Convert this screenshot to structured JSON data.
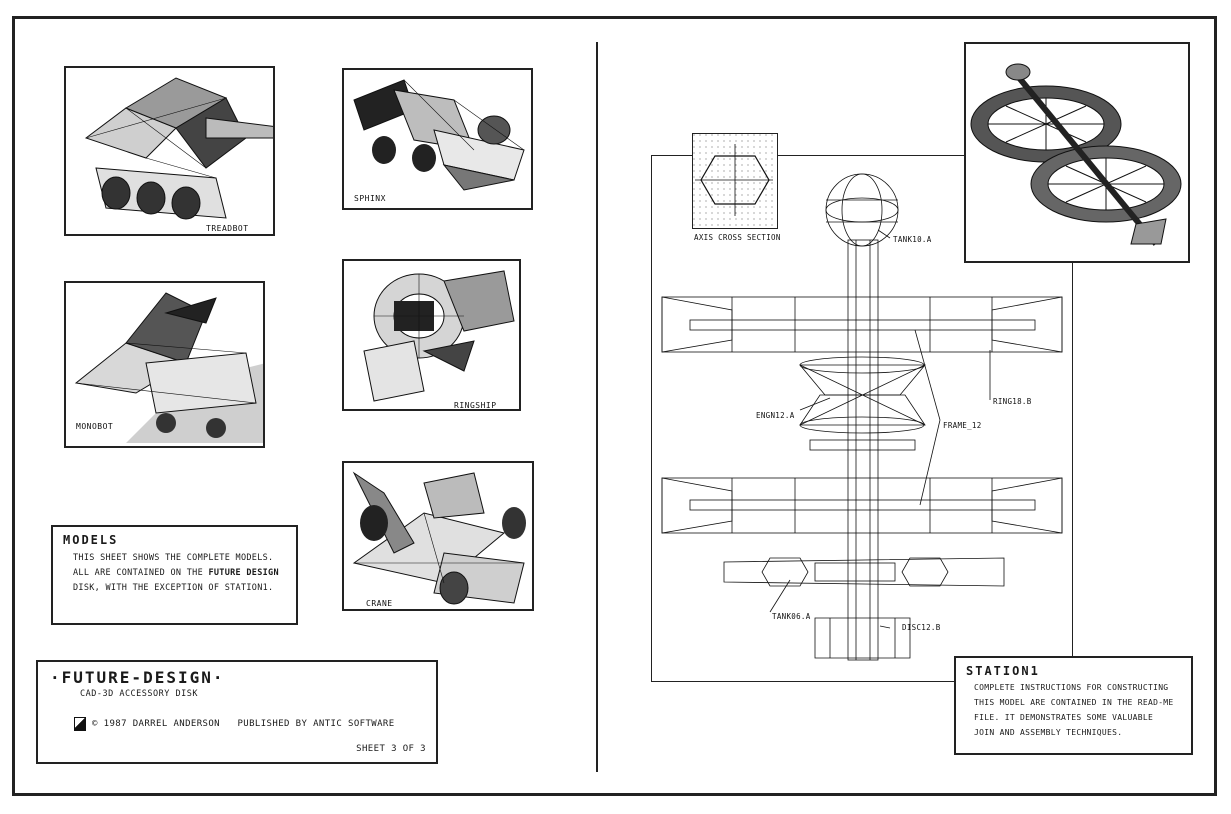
{
  "left_page": {
    "models": [
      {
        "caption": "TREADBOT"
      },
      {
        "caption": "SPHINX"
      },
      {
        "caption": "MONOBOT"
      },
      {
        "caption": "RINGSHIP"
      },
      {
        "caption": "CRANE"
      }
    ],
    "models_box": {
      "title": "MODELS",
      "line1": "THIS SHEET SHOWS THE COMPLETE MODELS.",
      "line2_pre": "ALL ARE CONTAINED ON THE ",
      "line2_bold": "FUTURE DESIGN",
      "line3": "DISK, WITH THE EXCEPTION OF STATION1."
    },
    "title_block": {
      "logo": "·FUTURE-DESIGN·",
      "subtitle": "CAD-3D ACCESSORY DISK",
      "copyright": "© 1987 DARREL ANDERSON   PUBLISHED BY ANTIC SOFTWARE",
      "sheet": "SHEET 3 OF 3"
    }
  },
  "right_page": {
    "axis_label": "AXIS CROSS SECTION",
    "part_labels": {
      "tank10": "TANK10.A",
      "ring18": "RING18.B",
      "engn12": "ENGN12.A",
      "frame12": "FRAME_12",
      "tank06": "TANK06.A",
      "disc12": "DISC12.B"
    },
    "station_box": {
      "title": "STATION1",
      "line1": "COMPLETE INSTRUCTIONS FOR CONSTRUCTING",
      "line2": "THIS MODEL ARE CONTAINED IN THE READ-ME",
      "line3": "FILE. IT DEMONSTRATES SOME VALUABLE",
      "line4": "JOIN AND ASSEMBLY TECHNIQUES."
    }
  }
}
